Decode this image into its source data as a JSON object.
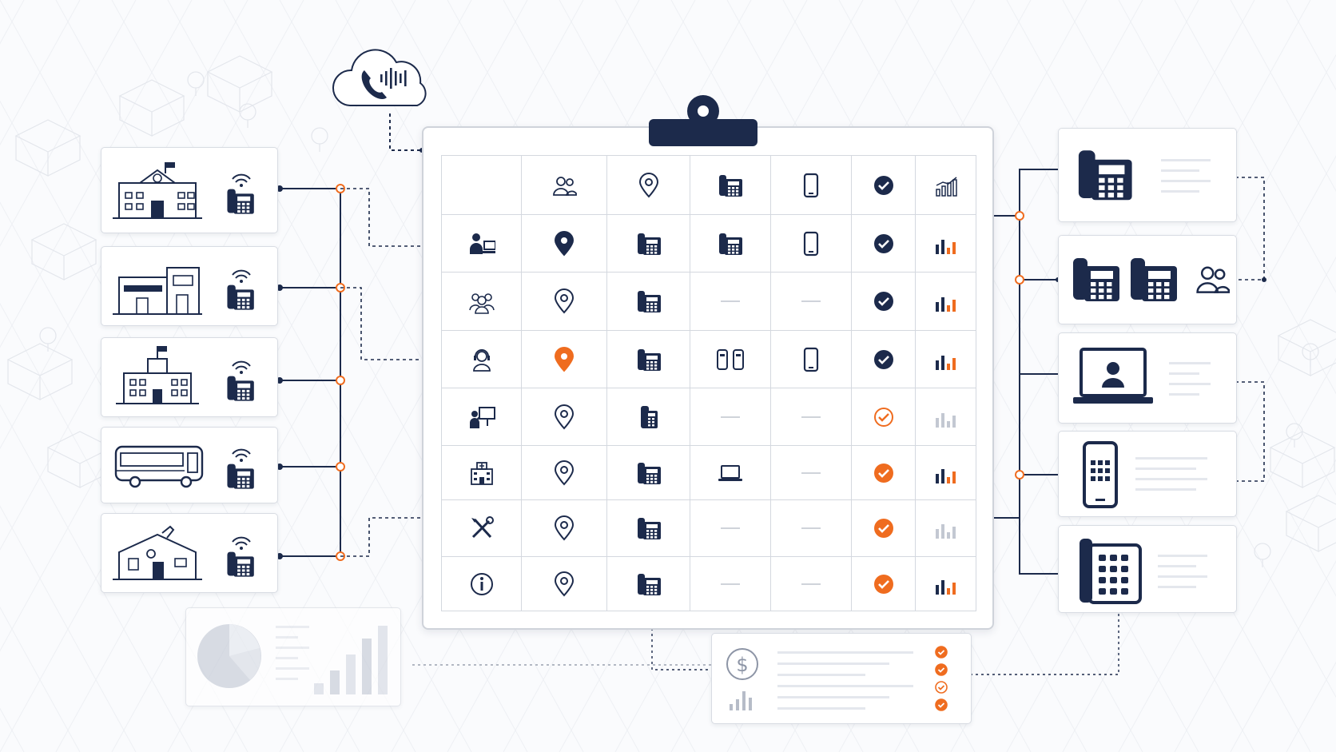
{
  "colors": {
    "navy": "#1c2a4b",
    "orange": "#ef6c1f",
    "line": "#1c2a4b",
    "grey": "#c3c8d2",
    "light": "#e4e7ed"
  },
  "cloud": {
    "icon": "phone-wave-icon"
  },
  "clipboard": {
    "header_icons": [
      "users-icon",
      "location-pin-icon",
      "desk-phone-icon",
      "mobile-phone-icon",
      "check-circle-icon",
      "signal-bars-icon"
    ],
    "rows": [
      {
        "role": "user-at-computer-icon",
        "location": "filled",
        "phone": "desk",
        "extra": "desk",
        "mobile": "mobile",
        "status": "dark",
        "bars": "full"
      },
      {
        "role": "group-icon",
        "location": "outline",
        "phone": "desk",
        "extra": "none",
        "mobile": "none",
        "status": "dark",
        "bars": "full"
      },
      {
        "role": "headset-agent-icon",
        "location": "orange",
        "phone": "desk",
        "extra": "handsets",
        "mobile": "mobile",
        "status": "dark",
        "bars": "full"
      },
      {
        "role": "presenter-icon",
        "location": "outline",
        "phone": "cordless",
        "extra": "none",
        "mobile": "none",
        "status": "orange-outline",
        "bars": "grey"
      },
      {
        "role": "hospital-icon",
        "location": "outline",
        "phone": "desk",
        "extra": "laptop",
        "mobile": "none",
        "status": "orange",
        "bars": "full"
      },
      {
        "role": "tools-icon",
        "location": "outline",
        "phone": "desk",
        "extra": "none",
        "mobile": "none",
        "status": "orange",
        "bars": "grey"
      },
      {
        "role": "info-icon",
        "location": "outline",
        "phone": "desk",
        "extra": "none",
        "mobile": "none",
        "status": "orange",
        "bars": "full"
      }
    ]
  },
  "left_sites": [
    "school-icon",
    "office-building-icon",
    "town-hall-icon",
    "bus-icon",
    "warehouse-icon"
  ],
  "right_devices": [
    "desk-phone-icon",
    "multi-phone-group-icon",
    "laptop-video-icon",
    "smartphone-icon",
    "ip-phone-icon"
  ],
  "billing": {
    "icon": "dollar-icon"
  }
}
